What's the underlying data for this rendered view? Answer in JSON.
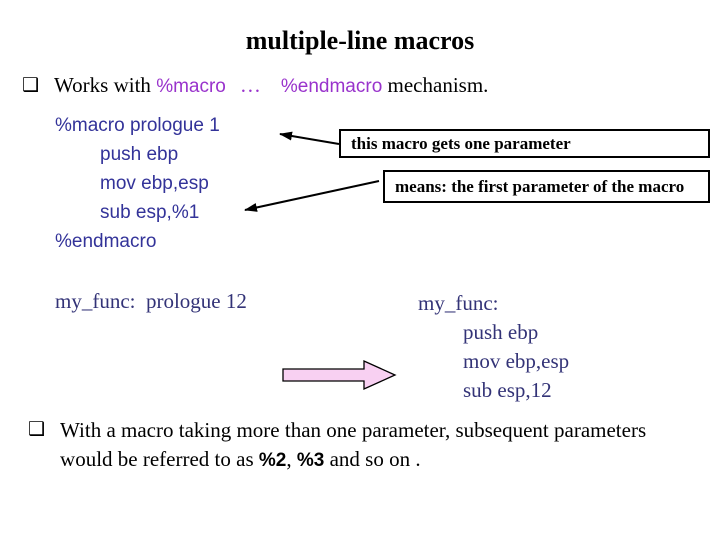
{
  "slide": {
    "title": "multiple-line macros"
  },
  "bullet1": {
    "bullet_glyph": "❑",
    "text_before": "Works with ",
    "keyword_macro": "%macro",
    "ellipsis": "…",
    "keyword_endmacro": "%endmacro",
    "text_after": " mechanism."
  },
  "macro_definition": {
    "lines": [
      "%macro prologue 1",
      "push ebp",
      "mov ebp,esp",
      "sub esp,%1",
      "%endmacro"
    ]
  },
  "callouts": {
    "box1_text": "this macro gets one parameter",
    "box2_text": "means: the first parameter of the macro"
  },
  "invocation": {
    "text": "my_func:  prologue 12"
  },
  "expansion": {
    "label": "my_func:",
    "lines": [
      "push ebp",
      "mov ebp,esp",
      "sub esp,12"
    ]
  },
  "bullet2": {
    "bullet_glyph": "❑",
    "text_part1": "With a macro taking more than one parameter, subsequent parameters would be referred to as ",
    "param2": "%2",
    "separator": ", ",
    "param3": "%3",
    "text_part2": " and so on ."
  },
  "colors": {
    "keyword_purple": "#9933CC",
    "code_indigo": "#333399",
    "result_navy": "#333377",
    "text_black": "#000000",
    "block_arrow_fill": "#F8D0F2"
  }
}
